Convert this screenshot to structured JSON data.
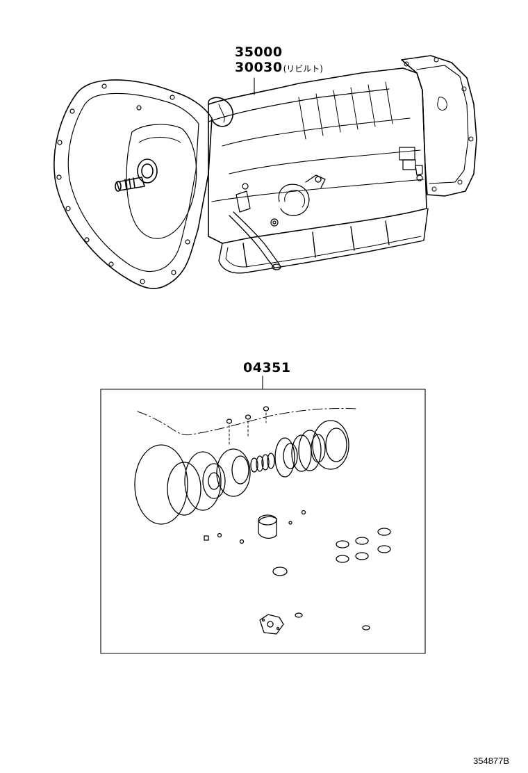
{
  "parts": {
    "transmission_number": "35000",
    "rebuilt_number": "30030",
    "rebuilt_suffix": "(リビルト)",
    "gasket_kit_number": "04351"
  },
  "illustration_id": "354877B"
}
